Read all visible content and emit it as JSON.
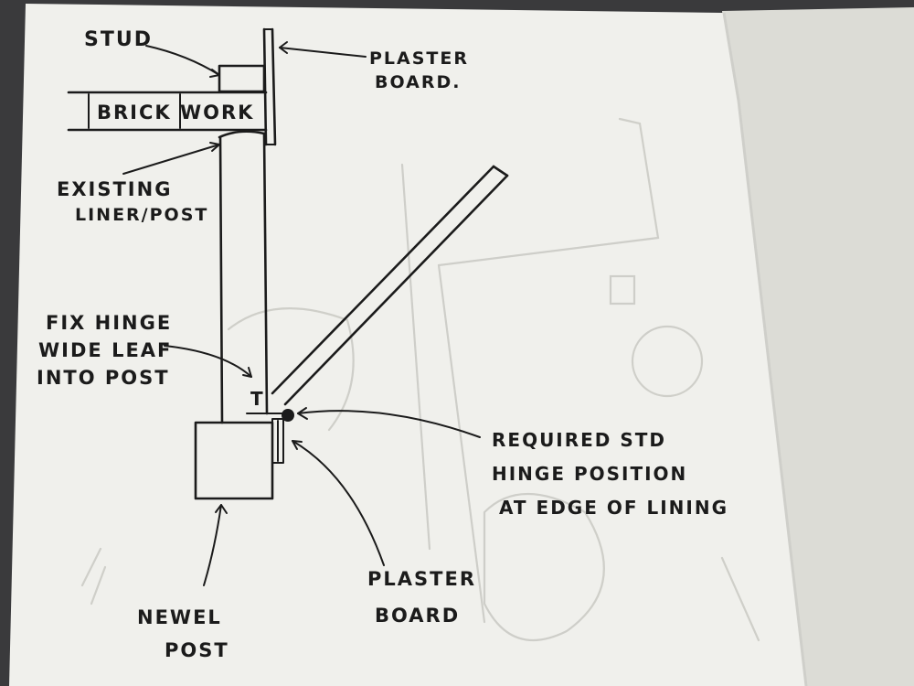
{
  "labels": {
    "stud": "STUD",
    "plaster_board_top": [
      "PLASTER",
      "BOARD."
    ],
    "brick_work": "BRICK WORK",
    "existing_lining": [
      "EXISTING",
      "LINER/POST"
    ],
    "fix_hinge": [
      "FIX HINGE",
      "WIDE LEAF",
      "INTO POST"
    ],
    "hinge_marker": "T",
    "required_hinge": [
      "REQUIRED STD",
      "HINGE POSITION",
      "AT EDGE OF LINING"
    ],
    "plaster_board_bottom": [
      "PLASTER",
      "BOARD"
    ],
    "newel_post": [
      "NEWEL",
      "POST"
    ]
  },
  "colors": {
    "ink": "#1b1b1b",
    "paper": "#f0f0ec",
    "page_edge": "#e2e2dc",
    "background": "#3a3a3c",
    "ghost": "#c9c9c3"
  }
}
